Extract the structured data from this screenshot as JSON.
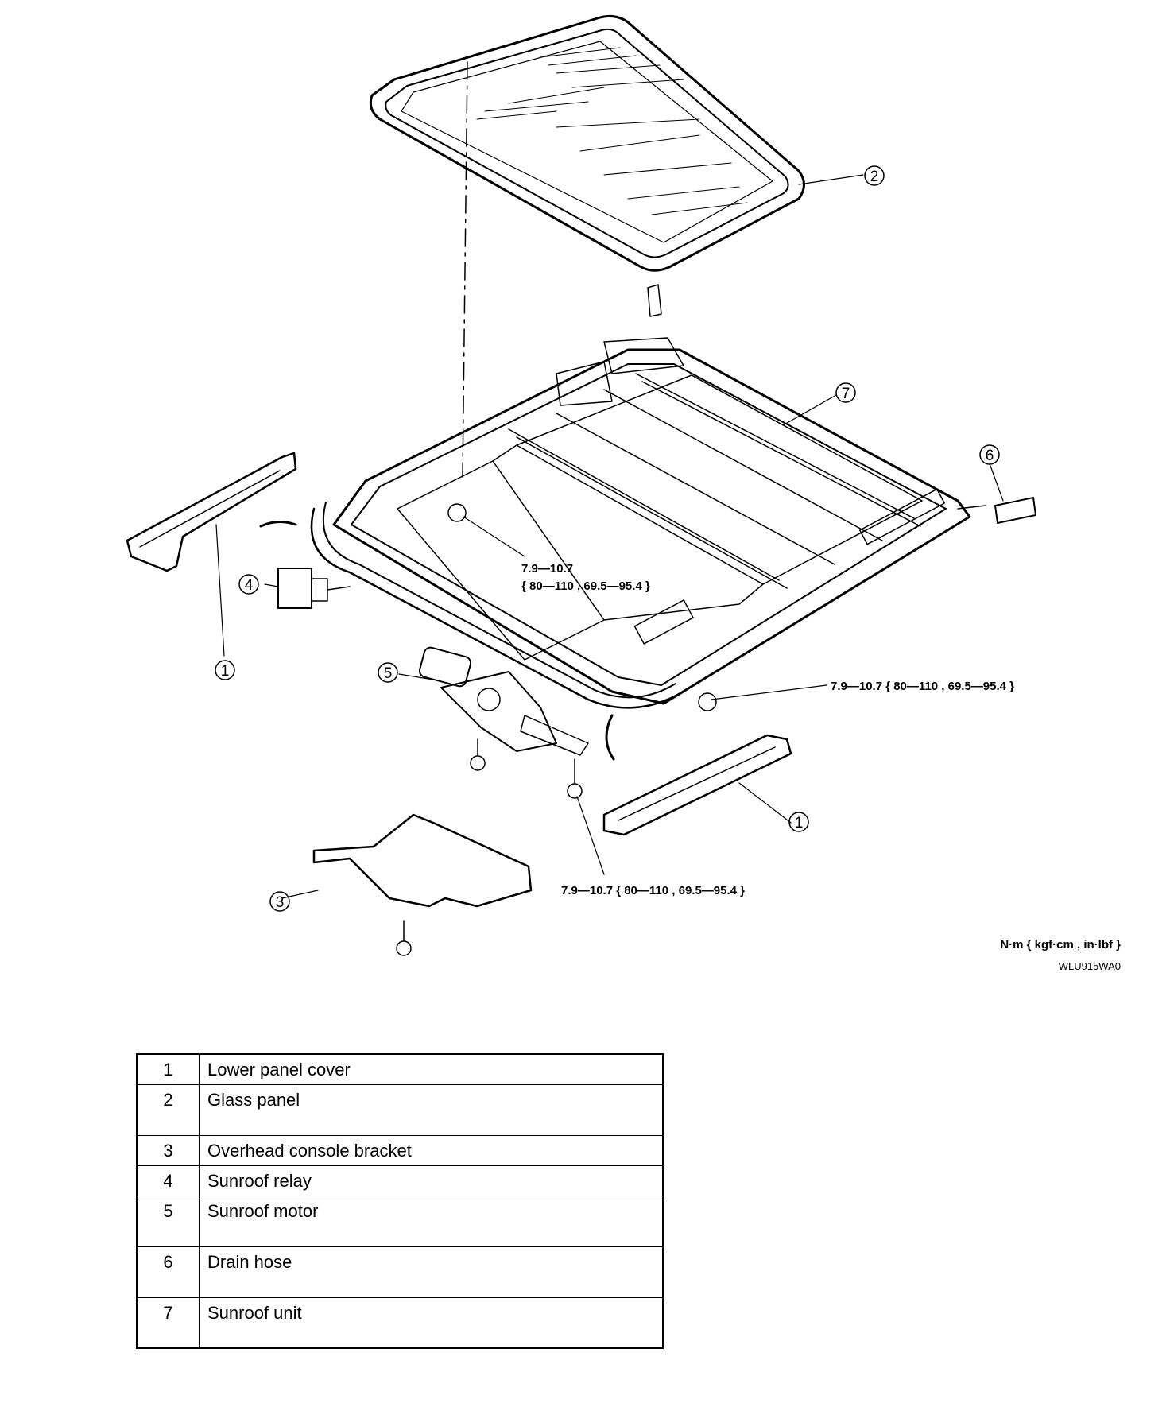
{
  "callouts": {
    "c1a": "1",
    "c1b": "1",
    "c2": "2",
    "c3": "3",
    "c4": "4",
    "c5": "5",
    "c6": "6",
    "c7": "7"
  },
  "torque_specs": {
    "nut_center_line1": "7.9—10.7",
    "nut_center_line2": "{ 80—110 , 69.5—95.4 }",
    "nut_right": "7.9—10.7 { 80—110 , 69.5—95.4 }",
    "bolt_lower": "7.9—10.7 { 80—110 , 69.5—95.4 }"
  },
  "units_note": "N·m { kgf·cm , in·lbf }",
  "figure_code": "WLU915WA0",
  "parts_table": [
    {
      "num": "1",
      "name": "Lower panel cover"
    },
    {
      "num": "2",
      "name": "Glass panel"
    },
    {
      "num": "3",
      "name": "Overhead console bracket"
    },
    {
      "num": "4",
      "name": "Sunroof relay"
    },
    {
      "num": "5",
      "name": "Sunroof motor"
    },
    {
      "num": "6",
      "name": "Drain hose"
    },
    {
      "num": "7",
      "name": "Sunroof unit"
    }
  ]
}
